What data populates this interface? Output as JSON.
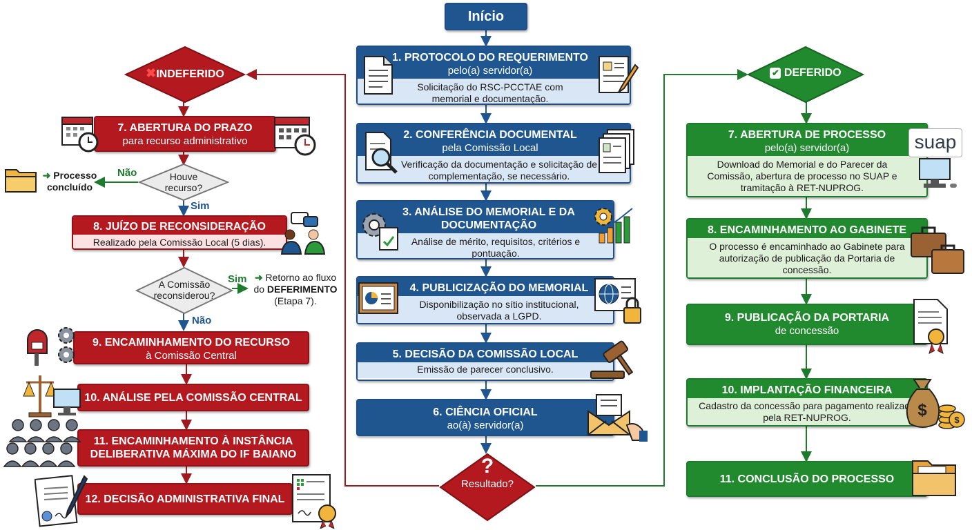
{
  "start": {
    "label": "Início"
  },
  "center": {
    "steps": [
      {
        "title": "1. PROTOCOLO DO REQUERIMENTO",
        "subtitle": "pelo(a) servidor(a)",
        "desc": "Solicitação do RSC-PCCTAE com memorial e documentação."
      },
      {
        "title": "2. CONFERÊNCIA DOCUMENTAL",
        "subtitle": "pela Comissão Local",
        "desc": "Verificação da documentação e solicitação de complementação, se necessário."
      },
      {
        "title": "3. ANÁLISE DO MEMORIAL E DA DOCUMENTAÇÃO",
        "desc": "Análise de mérito, requisitos, critérios e pontuação."
      },
      {
        "title": "4. PUBLICIZAÇÃO DO MEMORIAL",
        "desc": "Disponibilização no sítio institucional, observada a LGPD."
      },
      {
        "title": "5. DECISÃO DA COMISSÃO LOCAL",
        "desc": "Emissão de parecer conclusivo."
      },
      {
        "title": "6. CIÊNCIA OFICIAL",
        "subtitle": "ao(à) servidor(a)"
      }
    ],
    "result": {
      "symbol": "?",
      "label": "Resultado?"
    }
  },
  "left": {
    "header": {
      "label": "INDEFERIDO",
      "icon": "cross-mark-icon"
    },
    "step7": {
      "title": "7. ABERTURA DO PRAZO",
      "subtitle": "para recurso administrativo"
    },
    "q1": {
      "text": "Houve recurso?",
      "no": "Não",
      "yes": "Sim"
    },
    "concluded": {
      "text": "Processo concluído"
    },
    "step8": {
      "title": "8. JUÍZO DE RECONSIDERAÇÃO",
      "desc": "Realizado pela Comissão Local (5 dias)."
    },
    "q2": {
      "text": "A Comissão reconsiderou?",
      "yes": "Sim",
      "no": "Não"
    },
    "return": {
      "prefix": "Retorno ao fluxo do",
      "bold": "DEFERIMENTO",
      "suffix": "(Etapa 7)."
    },
    "step9": {
      "title": "9. ENCAMINHAMENTO DO RECURSO",
      "subtitle": "à Comissão Central"
    },
    "step10": {
      "title": "10. ANÁLISE PELA COMISSÃO CENTRAL"
    },
    "step11": {
      "title": "11. ENCAMINHAMENTO À INSTÂNCIA DELIBERATIVA MÁXIMA DO IF BAIANO"
    },
    "step12": {
      "title": "12. DECISÃO ADMINISTRATIVA FINAL"
    }
  },
  "right": {
    "header": {
      "label": "DEFERIDO",
      "icon": "check-mark-icon"
    },
    "steps": [
      {
        "title": "7. ABERTURA DE PROCESSO",
        "subtitle": "pelo(a) servidor(a)",
        "desc": "Download do Memorial e do Parecer da Comissão, abertura de processo no SUAP e tramitação à RET-NUPROG."
      },
      {
        "title": "8. ENCAMINHAMENTO AO GABINETE",
        "desc": "O processo é encaminhado ao Gabinete para autorização de publicação da Portaria de concessão."
      },
      {
        "title": "9. PUBLICAÇÃO DA PORTARIA",
        "subtitle": "de concessão"
      },
      {
        "title": "10. IMPLANTAÇÃO FINANCEIRA",
        "desc": "Cadastro da concessão para pagamento realizado pela RET-NUPROG."
      },
      {
        "title": "11. CONCLUSÃO DO PROCESSO"
      }
    ],
    "suap": "suap"
  },
  "colors": {
    "blue": "#1f5690",
    "green": "#218a2f",
    "red": "#b3191e"
  }
}
